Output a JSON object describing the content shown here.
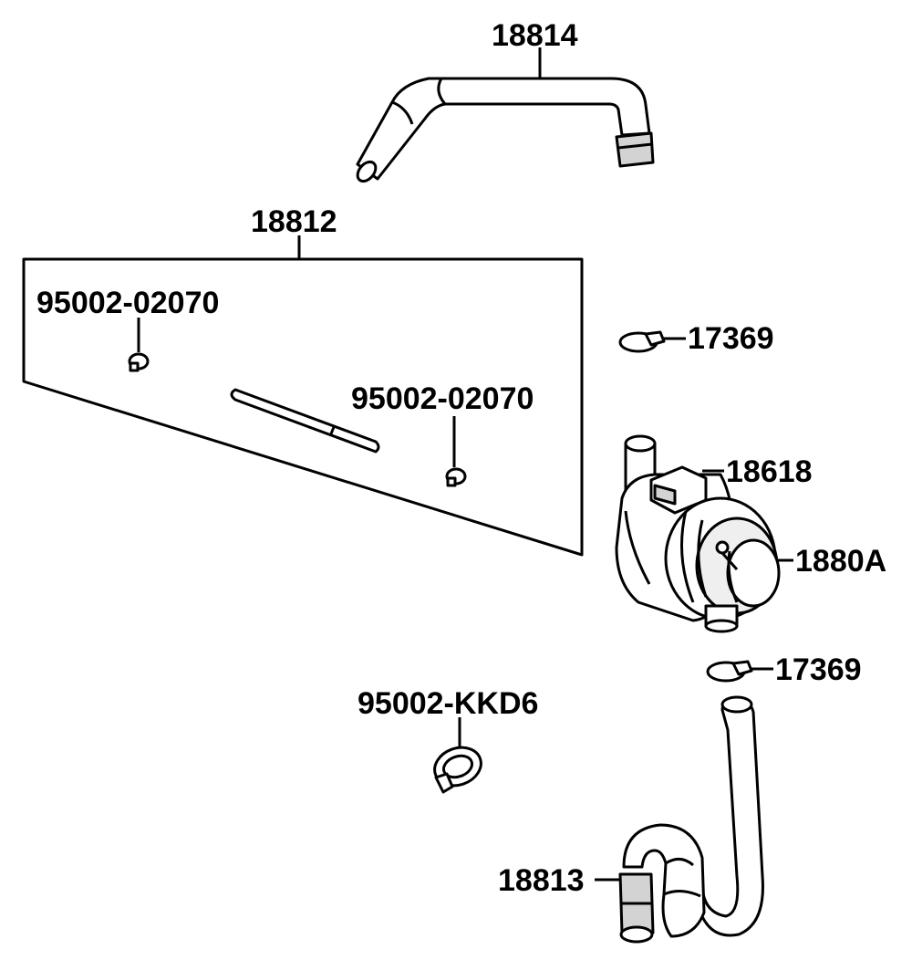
{
  "labels": {
    "hose_top": "18814",
    "kit": "18812",
    "clip_kit_left": "95002-02070",
    "clip_kit_right": "95002-02070",
    "clamp_upper": "17369",
    "valve_body": "18618",
    "valve_assembly": "1880A",
    "clamp_lower": "17369",
    "band_clamp": "95002-KKD6",
    "hose_bottom": "18813"
  }
}
